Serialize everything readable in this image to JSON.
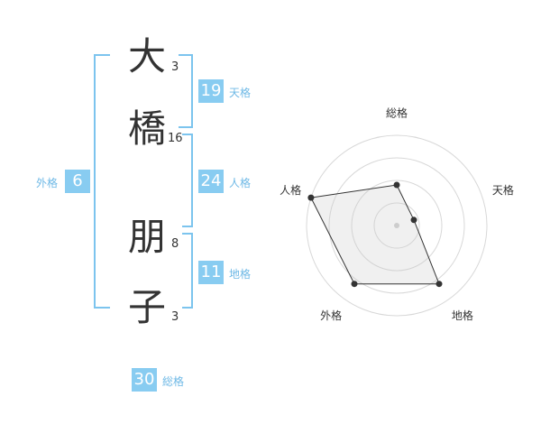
{
  "name": [
    {
      "char": "大",
      "strokes": "3"
    },
    {
      "char": "橋",
      "strokes": "16"
    },
    {
      "char": "朋",
      "strokes": "8"
    },
    {
      "char": "子",
      "strokes": "3"
    }
  ],
  "fortunes": {
    "tenkaku": {
      "value": "19",
      "label": "天格"
    },
    "jinkaku": {
      "value": "24",
      "label": "人格"
    },
    "chikaku": {
      "value": "11",
      "label": "地格"
    },
    "gaikaku": {
      "value": "6",
      "label": "外格"
    },
    "soukaku": {
      "value": "30",
      "label": "総格"
    }
  },
  "colors": {
    "accent": "#88ccf1",
    "bracket": "#7cc4ee",
    "text": "#333333"
  },
  "chart_data": {
    "type": "radar",
    "axes": [
      "総格",
      "天格",
      "地格",
      "外格",
      "人格"
    ],
    "values": [
      0.45,
      0.2,
      0.8,
      0.8,
      1.0
    ],
    "range": [
      0,
      1
    ],
    "rings": 4
  }
}
